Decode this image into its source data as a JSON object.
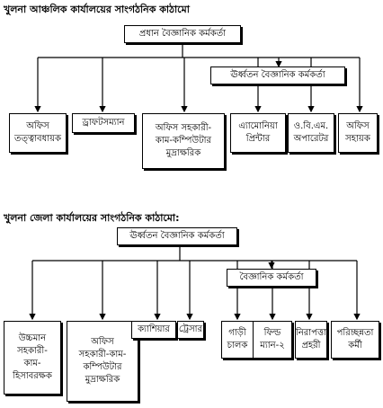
{
  "chart1": {
    "title": "খুলনা আঞ্চলিক কার্যালয়ের সাংগঠনিক কাঠামো",
    "head": "প্রধান বৈজ্ঞানিক কর্মকর্তা",
    "deputy": "ঊর্ধ্বতন বৈজ্ঞানিক কর্মকর্তা",
    "staff": [
      "অফিস\nতত্ত্বাবধায়ক",
      "ড্রাফটসম্যান",
      "অফিস সহকারী-\nকাম-কম্পিউটার\nমুদ্রাক্ষরিক",
      "এ্যামোনিয়া\nপ্রিন্টার",
      "ও.বি.এম.\nঅপারেটর",
      "অফিস\nসহায়ক"
    ]
  },
  "chart2": {
    "title": "খুলনা জেলা কার্যালয়ের সাংগঠনিক কাঠামো:",
    "head": "ঊর্ধ্বতন বৈজ্ঞানিক কর্মকর্তা",
    "deputy": "বৈজ্ঞানিক কর্মকর্তা",
    "staff": [
      "উচ্চমান\nসহকারী-\nকাম-\nহিসাবরক্ষক",
      "অফিস\nসহকারী-কাম-\nকম্পিউটার\nমুদ্রাক্ষরিক",
      "ক্যাশিয়ার",
      "ট্রেসার",
      "গাড়ী\nচালক",
      "ফিল্ড\nম্যান-২",
      "নিরাপত্তা\nপ্রহরী",
      "পরিচ্ছন্নতা\nকর্মী"
    ]
  }
}
